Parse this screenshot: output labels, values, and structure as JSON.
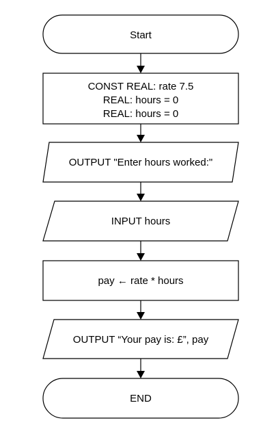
{
  "diagram": {
    "start": "Start",
    "declare": {
      "line1": "CONST REAL: rate 7.5",
      "line2": "REAL: hours = 0",
      "line3": "REAL: hours = 0"
    },
    "output_prompt": "OUTPUT \"Enter hours worked:\"",
    "input": "INPUT hours",
    "process": "pay ← rate * hours",
    "output_pay": "OUTPUT “Your pay is: £”, pay",
    "end": "END"
  }
}
